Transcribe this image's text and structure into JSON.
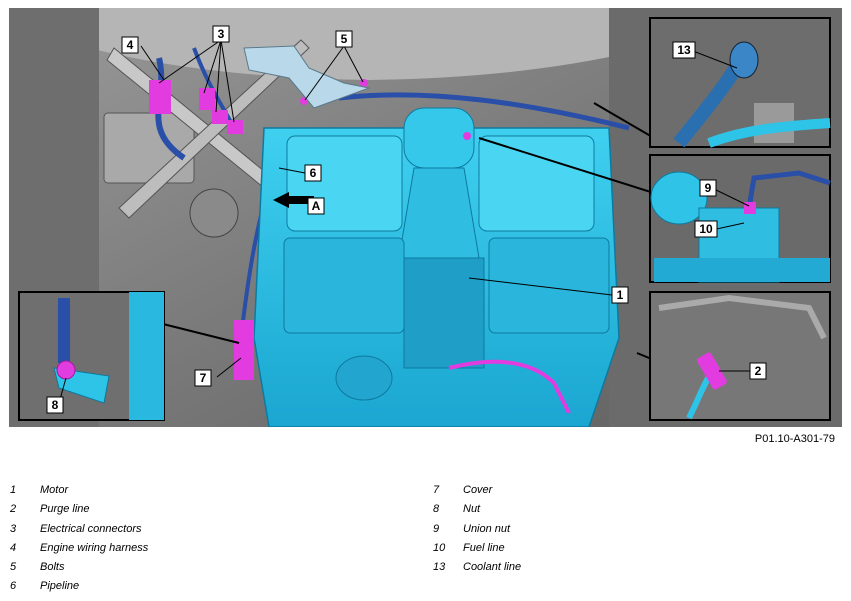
{
  "figure": {
    "id": "P01.10-A301-79",
    "callouts": {
      "c1": "1",
      "c2": "2",
      "c3": "3",
      "c4": "4",
      "c5": "5",
      "c6": "6",
      "c7": "7",
      "c8": "8",
      "c9": "9",
      "c10": "10",
      "c13": "13",
      "cA": "A"
    }
  },
  "legend": [
    {
      "num": "1",
      "label": "Motor"
    },
    {
      "num": "2",
      "label": "Purge line"
    },
    {
      "num": "3",
      "label": "Electrical connectors"
    },
    {
      "num": "4",
      "label": "Engine wiring harness"
    },
    {
      "num": "5",
      "label": "Bolts"
    },
    {
      "num": "6",
      "label": "Pipeline"
    },
    {
      "num": "7",
      "label": "Cover"
    },
    {
      "num": "8",
      "label": "Nut"
    },
    {
      "num": "9",
      "label": "Union nut"
    },
    {
      "num": "10",
      "label": "Fuel line"
    },
    {
      "num": "13",
      "label": "Coolant line"
    }
  ],
  "colors": {
    "engine": "#2ec4e8",
    "engine_dark": "#1591b8",
    "highlight": "#e23be0",
    "harness": "#2a4fa8",
    "background": "#8c8c8c"
  }
}
